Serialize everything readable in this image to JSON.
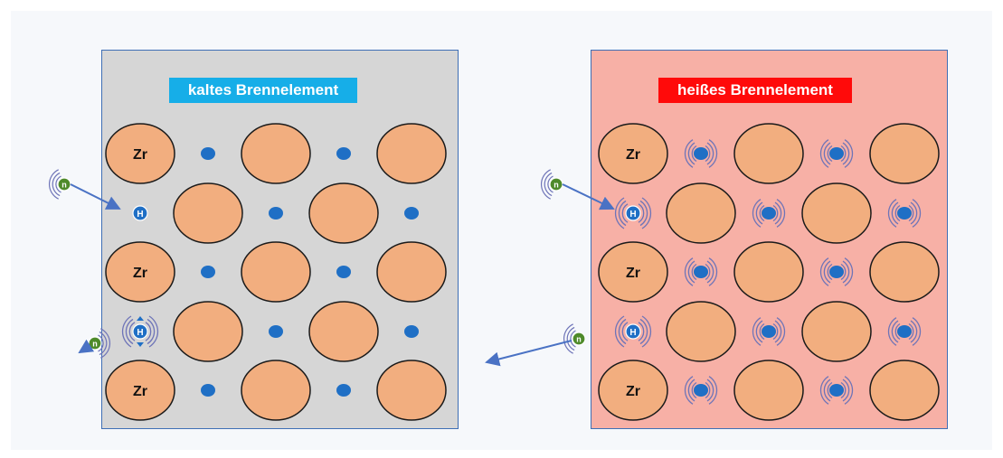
{
  "panels": {
    "cold": {
      "title": "kaltes Brennelement"
    },
    "hot": {
      "title": "heißes Brennelement"
    }
  },
  "labels": {
    "zirconium": "Zr",
    "hydrogen": "H",
    "neutron": "n"
  },
  "colors": {
    "cold_background": "#d6d6d6",
    "hot_background": "#f7b0a6",
    "cold_label": "#16aee8",
    "hot_label": "#ff0a0a",
    "zirconium_atom": "#f2ae7f",
    "hydrogen_atom": "#1f6fc5",
    "neutron": "#4e8a2a",
    "arrow": "#4a72c4",
    "vibration": "#6e74b8"
  }
}
